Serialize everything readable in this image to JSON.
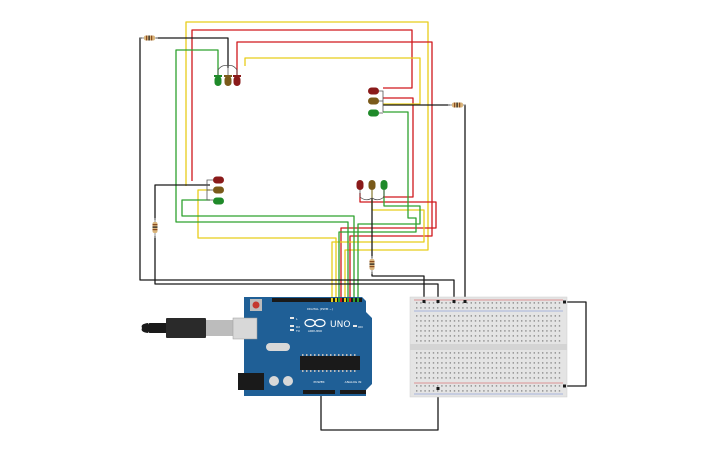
{
  "board": {
    "model": "UNO",
    "brand": "ARDUINO",
    "digital_label": "DIGITAL (PWM ~)",
    "power_label": "POWER",
    "analog_label": "ANALOG IN",
    "tx_label": "TX",
    "rx_label": "RX",
    "l_label": "L",
    "on_label": "ON"
  },
  "colors": {
    "wire_red": "#d0181c",
    "wire_yellow": "#e8cd1a",
    "wire_green": "#2ea22e",
    "wire_black": "#1a1a1a",
    "board_blue": "#1f5f96",
    "led_red": "#8a1a1a",
    "led_amber": "#7a5a1a",
    "led_green": "#1f8a2a"
  },
  "components": {
    "traffic_lights": [
      "top",
      "right",
      "left",
      "bottom"
    ],
    "resistors": 4,
    "breadboard": "half"
  }
}
